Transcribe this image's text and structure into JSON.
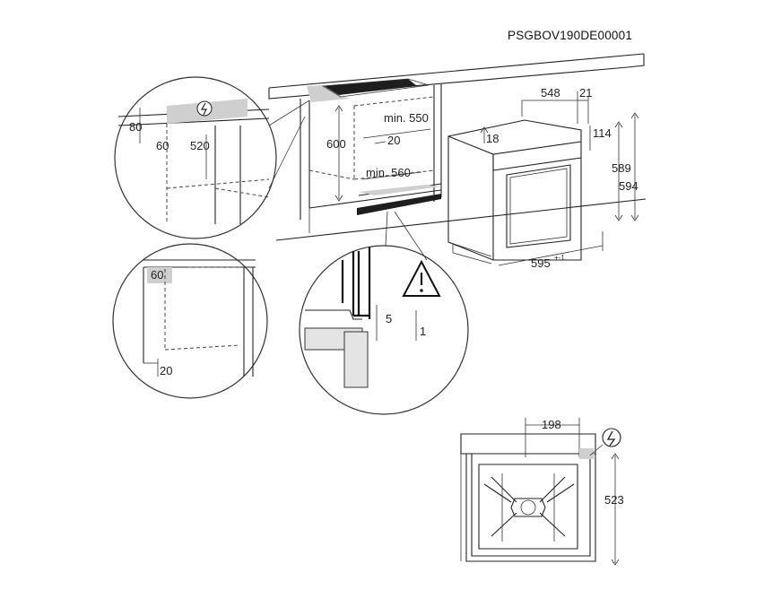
{
  "model_code": "PSGBOV190DE00001",
  "dimensions": {
    "niche_height": "600",
    "niche_depth_min": "min. 550",
    "niche_width_min": "min. 560",
    "niche_gap": "20",
    "oven_depth": "548",
    "front_depth": "21",
    "oven_height_inner": "589",
    "oven_height": "594",
    "oven_width": "595",
    "oven_width_tolerance": "+-1",
    "top_offset": "18",
    "side_offset": "114",
    "detail_top_80": "80",
    "detail_top_60": "60",
    "detail_top_520": "520",
    "detail_side_60": "60",
    "detail_side_20": "20",
    "detail_gap_5": "5",
    "detail_gap_1": "1",
    "back_width": "198",
    "back_height": "523"
  },
  "icons": [
    "electrical-connection-icon",
    "warning-triangle-icon",
    "electrical-connection-icon"
  ]
}
